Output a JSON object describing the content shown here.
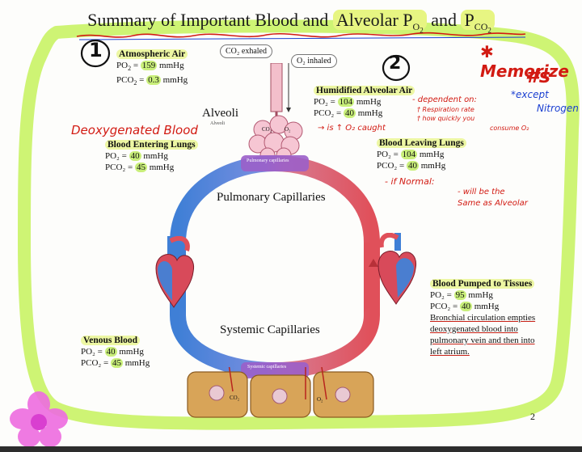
{
  "title": {
    "prefix": "Summary of Important Blood and ",
    "alveolar": "Alveolar P",
    "o2_sub": "O",
    "o2_sub2": "2",
    "and": " and ",
    "p": "P",
    "co2_sub": "CO",
    "co2_sub2": "2"
  },
  "atmospheric": {
    "label": "Atmospheric Air",
    "po2_label": "PO",
    "po2_eq": " = ",
    "po2_val": "159",
    "po2_unit": " mmHg",
    "pco2_label": "PCO",
    "pco2_eq": " = ",
    "pco2_val": "0.3",
    "pco2_unit": " mmHg"
  },
  "bubbles": {
    "exhaled": "CO₂ exhaled",
    "inhaled": "O₂ inhaled"
  },
  "alveoli": {
    "label": "Alveoli",
    "sub": "Alveoli",
    "co2": "CO₂",
    "o2": "O₂"
  },
  "humidified": {
    "label": "Humidified Alveolar Air",
    "po2": "PO₂ = ",
    "po2_val": "104",
    "po2_unit": " mmHg",
    "pco2": "PCO₂ = ",
    "pco2_val": "40",
    "pco2_unit": " mmHg"
  },
  "entering": {
    "label": "Blood Entering Lungs",
    "po2": "PO₂ = ",
    "po2_val": "40",
    "po2_unit": " mmHg",
    "pco2": "PCO₂ = ",
    "pco2_val": "45",
    "pco2_unit": " mmHg"
  },
  "leaving": {
    "label": "Blood Leaving Lungs",
    "po2": "PO₂ = ",
    "po2_val": "104",
    "po2_unit": " mmHg",
    "pco2": "PCO₂ = ",
    "pco2_val": "40",
    "pco2_unit": " mmHg"
  },
  "pulmonary": {
    "label": "Pulmonary Capillaries",
    "band": "Pulmonary capillaries"
  },
  "systemic": {
    "label": "Systemic Capillaries",
    "band": "Systemic capillaries",
    "co2": "CO₂",
    "o2": "O₂"
  },
  "venous": {
    "label": "Venous Blood",
    "po2": "PO₂ = ",
    "po2_val": "40",
    "po2_unit": " mmHg",
    "pco2": "PCO₂ = ",
    "pco2_val": "45",
    "pco2_unit": " mmHg"
  },
  "pumped": {
    "label": "Blood Pumped to Tissues",
    "po2": "PO₂ = ",
    "po2_val": "95",
    "po2_unit": " mmHg",
    "pco2": "PCO₂ = ",
    "pco2_val": "40",
    "pco2_unit": " mmHg",
    "note1": "Bronchial circulation empties",
    "note2": "deoxygenated blood into",
    "note3": "pulmonary vein and then into",
    "note4": "left atrium."
  },
  "annotations": {
    "circle1": "1",
    "circle2": "2",
    "memorize": "✱ Memorize",
    "hashs": "#s",
    "except": "*except",
    "nitrogen": "Nitrogen",
    "deoxy": "Deoxygenated Blood",
    "dependent1": "- dependent on:",
    "dependent2": "† Respiration rate",
    "dependent3": "† how quickly you",
    "dependent4": "consume O₂",
    "caught": "→ is ↑ O₂ caught",
    "normal1": "- if Normal:",
    "normal2": "- will be the",
    "normal3": "Same as Alveolar"
  },
  "page_number": "2",
  "colors": {
    "highlight_green": "#c6f25c",
    "highlight_yellow": "#e7f582",
    "ink_red": "#d21a12",
    "ink_blue": "#1a3fd1",
    "vessel_blue": "#3f7fd6",
    "vessel_red": "#e0505a",
    "band_purple": "#9b5fc9",
    "flower_pink": "#ee6ce0"
  }
}
